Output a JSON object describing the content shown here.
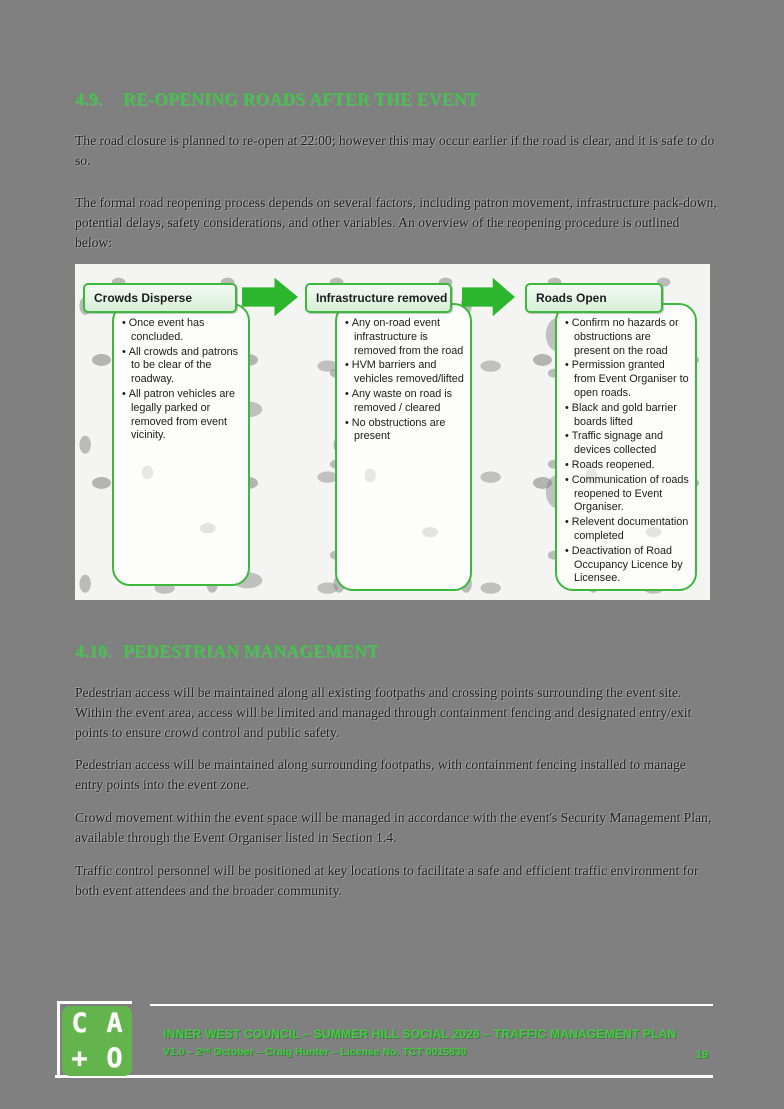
{
  "document": {
    "background_color": "#808080",
    "accent_green": "#46c24f",
    "flowchart_green": "#3cb83c"
  },
  "section_4_9": {
    "number": "4.9.",
    "title": "RE-OPENING ROADS AFTER THE EVENT",
    "paragraphs": [
      "The road closure is planned to re-open at 22:00; however this may occur earlier if the road is clear, and it is safe to do so.",
      "The formal road reopening process depends on several factors, including patron movement, infrastructure pack-down, potential delays, safety considerations, and other variables. An overview of the reopening procedure is outlined below:"
    ]
  },
  "flowchart": {
    "steps": [
      {
        "title": "Crowds Disperse",
        "bullets": [
          "Once event has concluded.",
          "All crowds and patrons to be clear of the roadway.",
          "All patron vehicles are legally parked or removed from event vicinity."
        ]
      },
      {
        "title": "Infrastructure removed",
        "bullets": [
          "Any on-road event infrastructure is removed from the road",
          "HVM barriers and vehicles removed/lifted",
          "Any waste on road is removed / cleared",
          "No obstructions are present"
        ]
      },
      {
        "title": "Roads Open",
        "bullets": [
          "Confirm no hazards or obstructions are present on the road",
          "Permission granted from Event Organiser to open roads.",
          "Black and gold barrier boards lifted",
          "Traffic signage and devices collected",
          "Roads reopened.",
          "Communication of roads reopened to Event Organiser.",
          "Relevent documentation completed",
          "Deactivation of Road Occupancy Licence by Licensee."
        ]
      }
    ]
  },
  "section_4_10": {
    "number": "4.10.",
    "title": "PEDESTRIAN MANAGEMENT",
    "paragraphs": [
      "Pedestrian access will be maintained along all existing footpaths and crossing points surrounding the event site. Within the event area, access will be limited and managed through containment fencing and designated entry/exit points to ensure crowd control and public safety.",
      "Pedestrian access will be maintained along surrounding footpaths, with containment fencing installed to manage entry points into the event zone.",
      "Crowd movement within the event space will be managed in accordance with the event's Security Management Plan, available through the Event Organiser listed in Section 1.4.",
      "Traffic control personnel will be positioned at key locations to facilitate a safe and efficient traffic environment for both event attendees and the broader community."
    ]
  },
  "footer": {
    "logo_letters": [
      "C",
      "A",
      "+",
      "O"
    ],
    "line1": "INNER WEST COUNCIL – SUMMER HILL SOCIAL 2026 – TRAFFIC MANAGEMENT PLAN",
    "line2": "V1.0 – 2ⁿᵈ October – Craig Hunter – License No. TCT 0015830",
    "page_number": "19"
  }
}
